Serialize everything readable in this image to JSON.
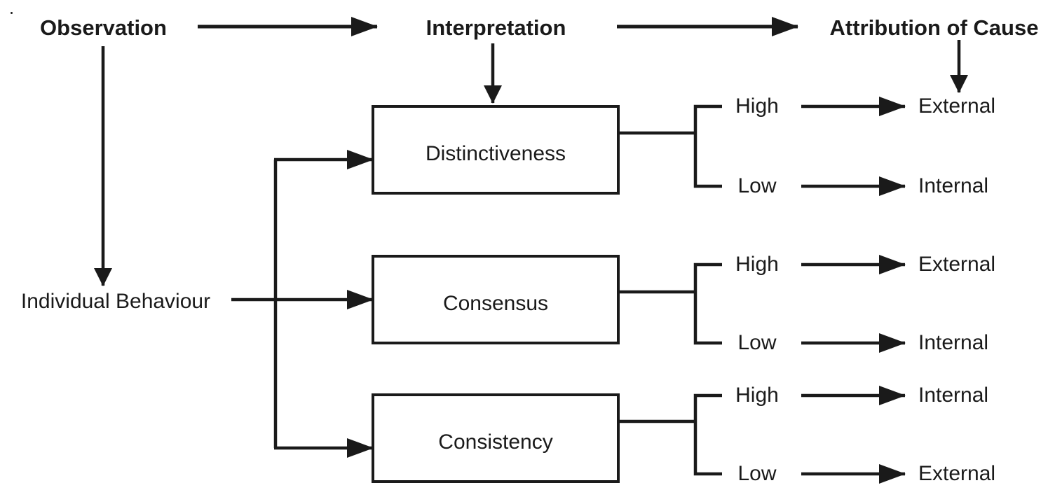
{
  "header": {
    "observation": "Observation",
    "interpretation": "Interpretation",
    "attribution_of_cause": "Attribution of Cause"
  },
  "source": {
    "label": "Individual Behaviour"
  },
  "factors": [
    {
      "name": "Distinctiveness",
      "high": {
        "level": "High",
        "attribution": "External"
      },
      "low": {
        "level": "Low",
        "attribution": "Internal"
      }
    },
    {
      "name": "Consensus",
      "high": {
        "level": "High",
        "attribution": "External"
      },
      "low": {
        "level": "Low",
        "attribution": "Internal"
      }
    },
    {
      "name": "Consistency",
      "high": {
        "level": "High",
        "attribution": "Internal"
      },
      "low": {
        "level": "Low",
        "attribution": "External"
      }
    }
  ],
  "colors": {
    "line": "#1a1a1a",
    "text": "#1a1a1a",
    "background": "#ffffff"
  }
}
